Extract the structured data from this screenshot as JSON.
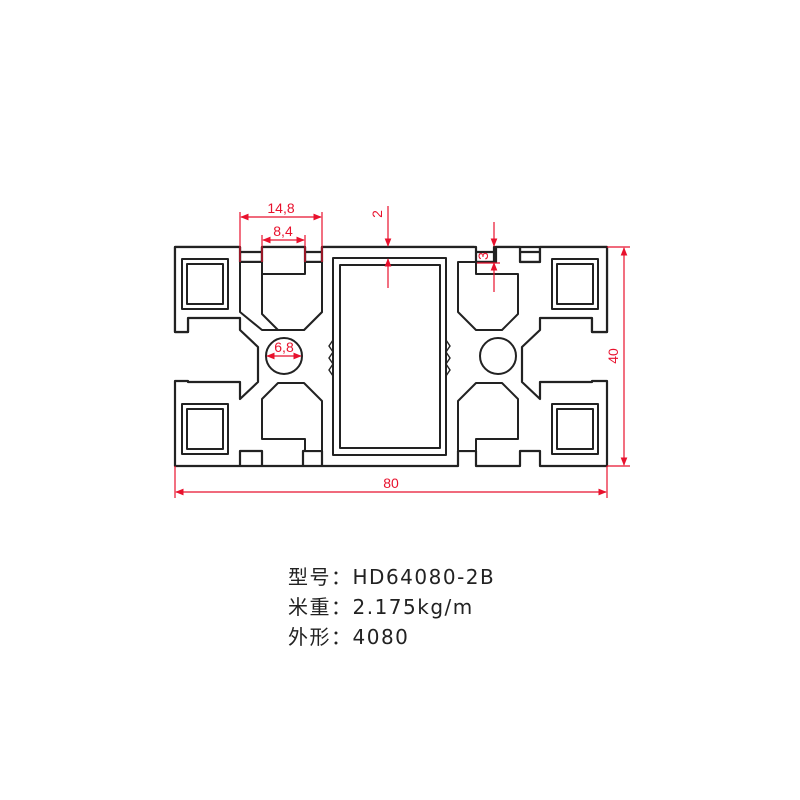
{
  "dimensions": {
    "slot_outer_width": "14,8",
    "slot_inner_width": "8,4",
    "wall_thickness": "2",
    "lip_thickness": "3",
    "core_hole_diameter": "6,8",
    "height": "40",
    "width": "80"
  },
  "specs": [
    {
      "label": "型号：",
      "value": "HD64080-2B"
    },
    {
      "label": "米重：",
      "value": "2.175kg/m"
    },
    {
      "label": "外形：",
      "value": "4080"
    }
  ],
  "colors": {
    "dimension": "#e8112d",
    "outline": "#222222",
    "text": "#222222"
  }
}
